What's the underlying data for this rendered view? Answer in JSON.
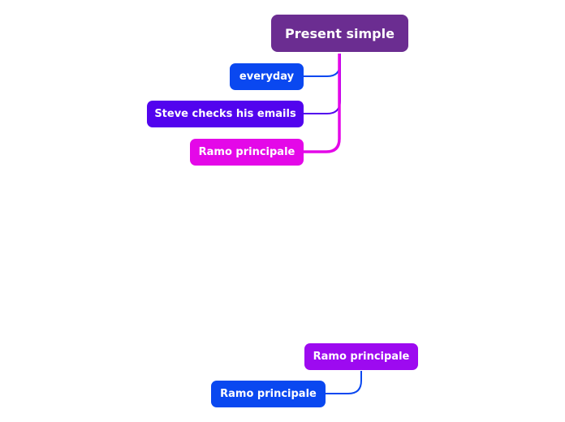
{
  "root": {
    "label": "Present simple",
    "color": "#6b2d91"
  },
  "branches": [
    {
      "label": "everyday",
      "color": "#0a48f0"
    },
    {
      "label": "Steve checks his emails",
      "color": "#5204ee"
    },
    {
      "label": "Ramo principale",
      "color": "#e408e8"
    }
  ],
  "floating": {
    "label": "Ramo principale",
    "color": "#9d0af0",
    "children": [
      {
        "label": "Ramo principale",
        "color": "#0a48f0"
      }
    ]
  }
}
